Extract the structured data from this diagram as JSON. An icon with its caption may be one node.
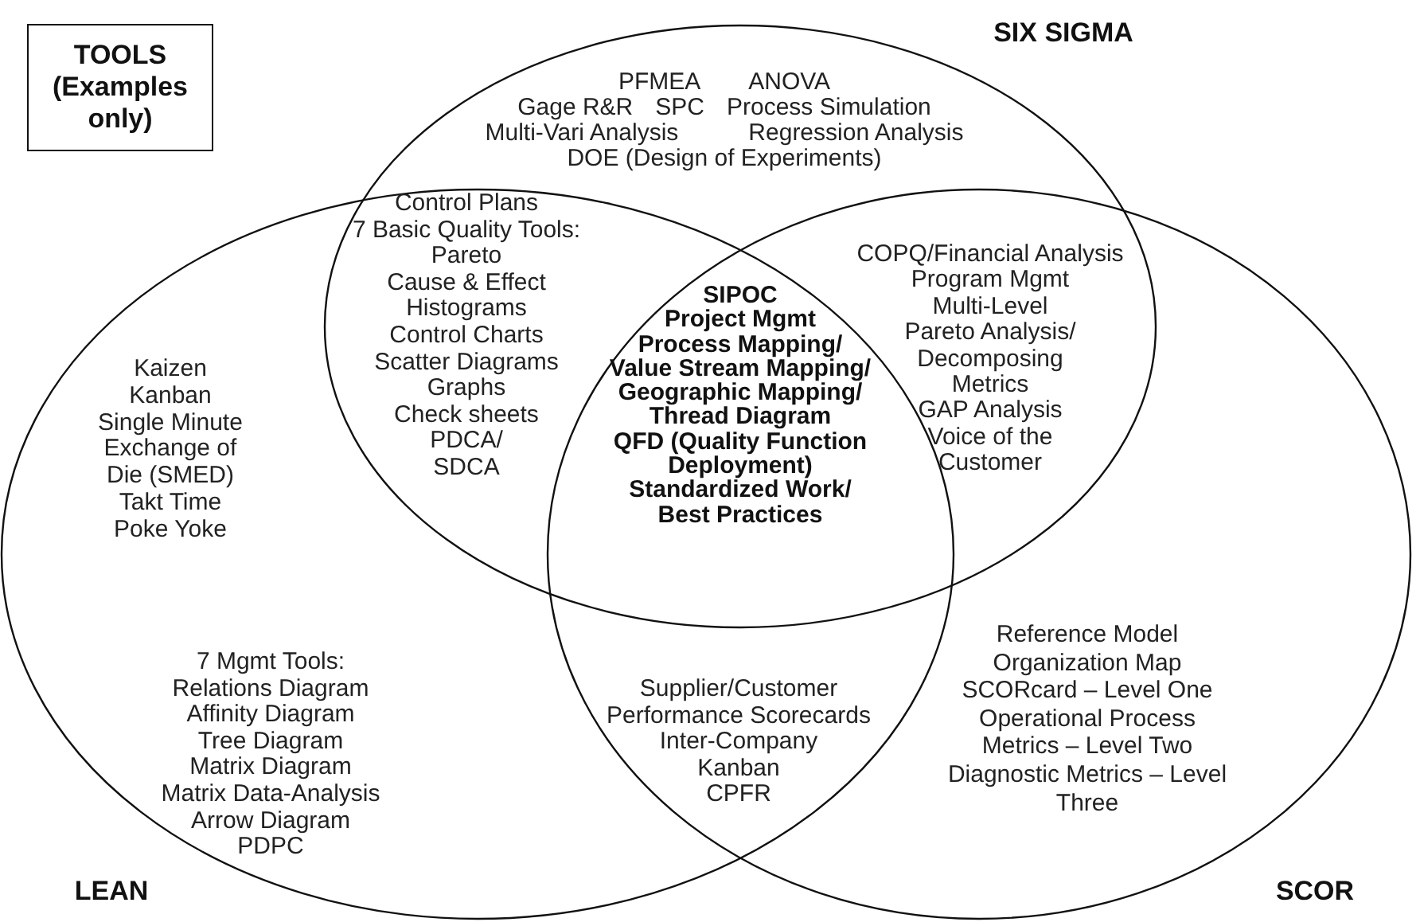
{
  "diagram": {
    "nodes": [
      {
        "text": [
          "TOOLS (Examples only)"
        ]
      },
      {
        "text": [
          "SIX SIGMA"
        ]
      },
      {
        "text": [
          "LEAN"
        ]
      },
      {
        "text": [
          "SCOR"
        ]
      }
    ],
    "labels": [
      "PFMEA",
      "ANOVA",
      "Gage R&R",
      "SPC",
      "Process Simulation",
      "Multi-Vari Analysis",
      "Regression Analysis",
      "DOE (Design of Experiments)",
      "Control Plans",
      "7 Basic Quality Tools:",
      "Pareto",
      "Cause & Effect",
      "Histograms",
      "Control Charts",
      "Scatter Diagrams",
      "Graphs",
      "Check sheets",
      "PDCA/ SDCA",
      "COPQ/Financial Analysis",
      "Program Mgmt",
      "Multi-Level Pareto Analysis/ Decomposing Metrics",
      "GAP Analysis",
      "Voice of the Customer",
      "Kaizen",
      "Kanban",
      "Single Minute Exchange of Die (SMED)",
      "Takt Time",
      "Poke Yoke",
      "SIPOC",
      "Project Mgmt",
      "Process Mapping/ Value Stream Mapping/ Geographic Mapping/ Thread Diagram",
      "QFD (Quality Function Deployment)",
      "Standardized Work/ Best Practices",
      "7 Mgmt Tools:",
      "Relations Diagram",
      "Affinity Diagram",
      "Tree Diagram",
      "Matrix Diagram",
      "Matrix Data-Analysis",
      "Arrow Diagram",
      "PDPC",
      "Supplier/Customer Performance Scorecards",
      "Inter-Company",
      "Kanban",
      "CPFR",
      "Reference Model",
      "Organization Map",
      "SCORcard – Level One",
      "Operational Process Metrics – Level Two",
      "Diagnostic Metrics – Level Three"
    ]
  }
}
